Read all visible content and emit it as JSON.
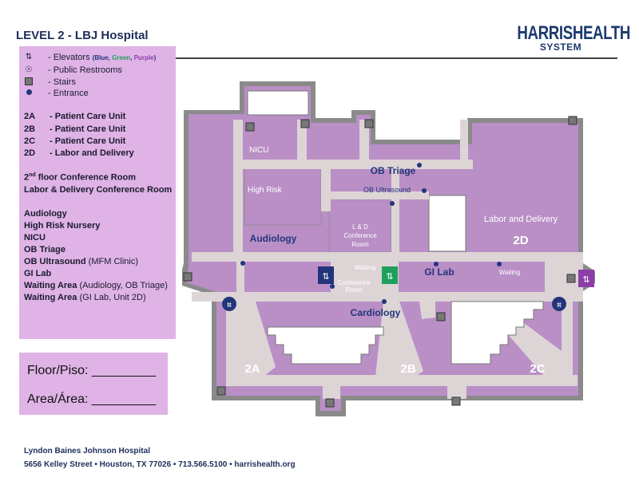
{
  "header": {
    "title": "LEVEL 2 - LBJ Hospital",
    "brand_main": "HARRISHEALTH",
    "brand_sub": "SYSTEM"
  },
  "legend": {
    "symbols": [
      {
        "icon": "elevator-icon",
        "label": "- Elevators",
        "note_open": "(",
        "note_blue": "Blue",
        "note_green": "Green",
        "note_purple": "Purple",
        "note_close": ")"
      },
      {
        "icon": "restroom-icon",
        "label": "- Public Restrooms"
      },
      {
        "icon": "stairs-icon",
        "label": "- Stairs"
      },
      {
        "icon": "entrance-icon",
        "label": "- Entrance"
      }
    ],
    "units": [
      {
        "code": "2A",
        "label": "- Patient Care Unit"
      },
      {
        "code": "2B",
        "label": "- Patient Care Unit"
      },
      {
        "code": "2C",
        "label": "- Patient Care Unit"
      },
      {
        "code": "2D",
        "label": "- Labor and Delivery"
      }
    ],
    "conference_1_pre": "2",
    "conference_1_sup": "nd",
    "conference_1_post": " floor Conference Room",
    "conference_2": "Labor & Delivery Conference Room",
    "places": [
      {
        "name": "Audiology",
        "note": ""
      },
      {
        "name": "High Risk Nursery",
        "note": ""
      },
      {
        "name": "NICU",
        "note": ""
      },
      {
        "name": "OB Triage",
        "note": ""
      },
      {
        "name": "OB Ultrasound",
        "note": " (MFM Clinic)"
      },
      {
        "name": "GI Lab",
        "note": ""
      },
      {
        "name": "Waiting Area",
        "note": " (Audiology, OB Triage)"
      },
      {
        "name": "Waiting Area",
        "note": " (GI Lab, Unit 2D)"
      }
    ]
  },
  "floor_form": {
    "floor_label": "Floor/Piso: _________",
    "area_label": "Area/Área: _________"
  },
  "footer": {
    "line1": "Lyndon Baines Johnson Hospital",
    "line2": "5656 Kelley Street • Houston, TX 77026 • 713.566.5100 • harrishealth.org"
  },
  "map": {
    "labels": {
      "nicu": "NICU",
      "high_risk": "High Risk",
      "ob_triage": "OB Triage",
      "ob_ultrasound": "OB Ultrasound",
      "ld_conf_1": "L & D",
      "ld_conf_2": "Conference",
      "ld_conf_3": "Room",
      "labor_delivery": "Labor and Delivery",
      "unit_2d": "2D",
      "audiology": "Audiology",
      "waiting_1": "Waiting",
      "conference_1": "Conference",
      "conference_2": "Room",
      "gi_lab": "GI Lab",
      "waiting_2": "Waiting",
      "cardiology": "Cardiology",
      "unit_2a": "2A",
      "unit_2b": "2B",
      "unit_2c": "2C"
    },
    "colors": {
      "room": "#b98fc6",
      "corridor": "#ddd4d6",
      "wall": "#8a8a8a",
      "elevator_blue": "#23357a",
      "elevator_green": "#1ea05a",
      "elevator_purple": "#8a3fa8",
      "entrance": "#23357a"
    }
  }
}
